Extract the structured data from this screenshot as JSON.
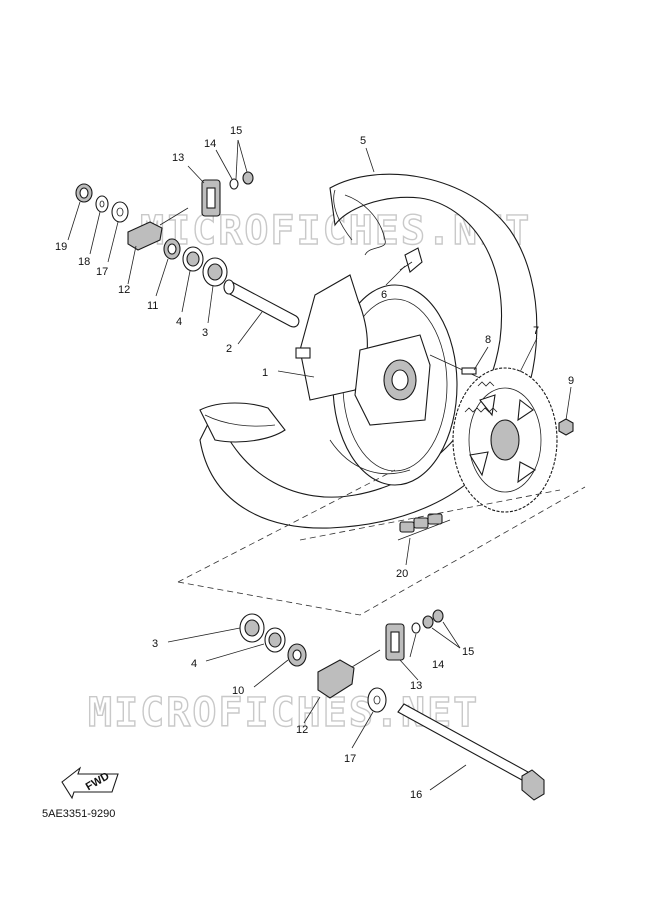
{
  "watermark": "MICROFICHES.NET",
  "diagram_code": "5AE3351-9290",
  "fwd_label": "FWD",
  "callouts": {
    "c1": "1",
    "c2": "2",
    "c3a": "3",
    "c3b": "3",
    "c4a": "4",
    "c4b": "4",
    "c5": "5",
    "c6": "6",
    "c7": "7",
    "c8": "8",
    "c9": "9",
    "c10": "10",
    "c11": "11",
    "c12a": "12",
    "c12b": "12",
    "c13a": "13",
    "c13b": "13",
    "c14a": "14",
    "c14b": "14",
    "c15a": "15",
    "c15b": "15",
    "c16": "16",
    "c17a": "17",
    "c17b": "17",
    "c18": "18",
    "c19": "19",
    "c20": "20"
  }
}
